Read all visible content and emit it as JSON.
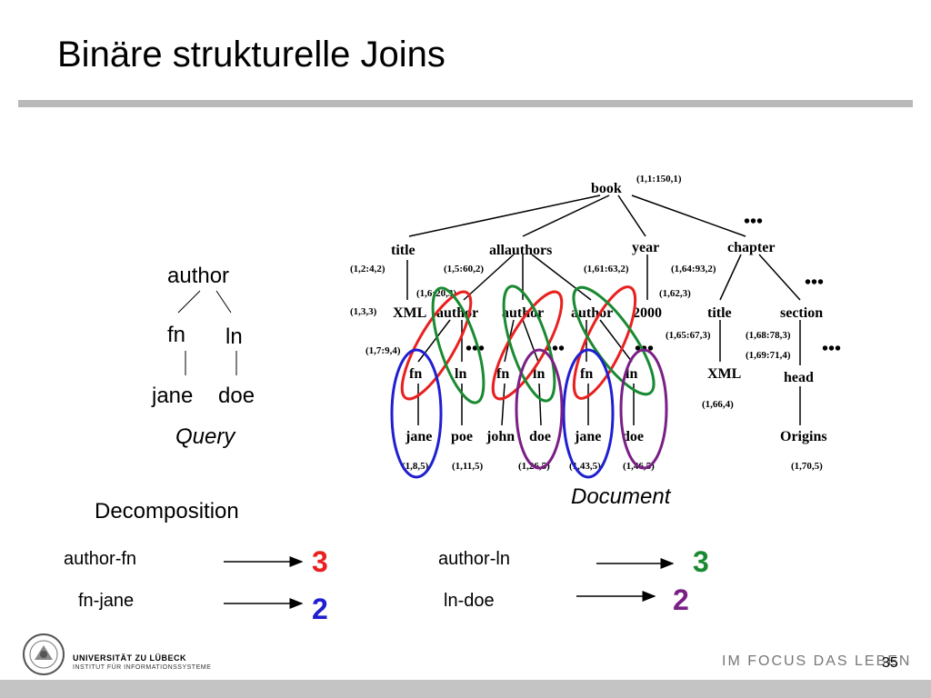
{
  "slide": {
    "title": "Binäre strukturelle Joins",
    "page_number": "35"
  },
  "query": {
    "root": "author",
    "child_left": "fn",
    "child_right": "ln",
    "leaf_left": "jane",
    "leaf_right": "doe",
    "caption": "Query"
  },
  "document": {
    "caption": "Document",
    "nodes": {
      "book": "book",
      "title": "title",
      "allauthors": "allauthors",
      "year": "year",
      "chapter": "chapter",
      "xml1": "XML",
      "author1": "author",
      "author2": "author",
      "author3": "author",
      "year_val": "2000",
      "ch_title": "title",
      "section": "section",
      "fn1": "fn",
      "ln1": "ln",
      "fn2": "fn",
      "ln2": "ln",
      "fn3": "fn",
      "ln3": "ln",
      "xml2": "XML",
      "head": "head",
      "jane1": "jane",
      "poe": "poe",
      "john": "john",
      "doe1": "doe",
      "jane2": "jane",
      "doe2": "doe",
      "origins": "Origins"
    },
    "labels": {
      "book": "(1,1:150,1)",
      "title": "(1,2:4,2)",
      "allauthors": "(1,5:60,2)",
      "year": "(1,61:63,2)",
      "chapter": "(1,64:93,2)",
      "xml_title": "(1,3,3)",
      "author1": "(1,6:20,3)",
      "year_val": "(1,62,3)",
      "fn1": "(1,7:9,4)",
      "ch_title": "(1,65:67,3)",
      "section": "(1,68:78,3)",
      "head": "(1,69:71,4)",
      "xml2": "(1,66,4)",
      "jane1": "(1,8,5)",
      "poe": "(1,11,5)",
      "doe1": "(1,26,5)",
      "jane2": "(1,43,5)",
      "doe2": "(1,46,5)",
      "origins": "(1,70,5)"
    },
    "ellipsis": "•••"
  },
  "decomposition": {
    "heading": "Decomposition",
    "items": [
      {
        "label": "author-fn",
        "count": "3",
        "color": "#e8211f"
      },
      {
        "label": "fn-jane",
        "count": "2",
        "color": "#1f1fd1"
      },
      {
        "label": "author-ln",
        "count": "3",
        "color": "#1a8a32"
      },
      {
        "label": "ln-doe",
        "count": "2",
        "color": "#7a1f86"
      }
    ]
  },
  "footer": {
    "university": "UNIVERSITÄT ZU LÜBECK",
    "institute": "INSTITUT FÜR INFORMATIONSSYSTEME",
    "slogan": "IM FOCUS DAS LEBEN"
  },
  "colors": {
    "red": "#e8211f",
    "blue": "#1f1fd1",
    "green": "#1a8a32",
    "purple": "#7a1f86",
    "bar": "#b9b9b9"
  }
}
